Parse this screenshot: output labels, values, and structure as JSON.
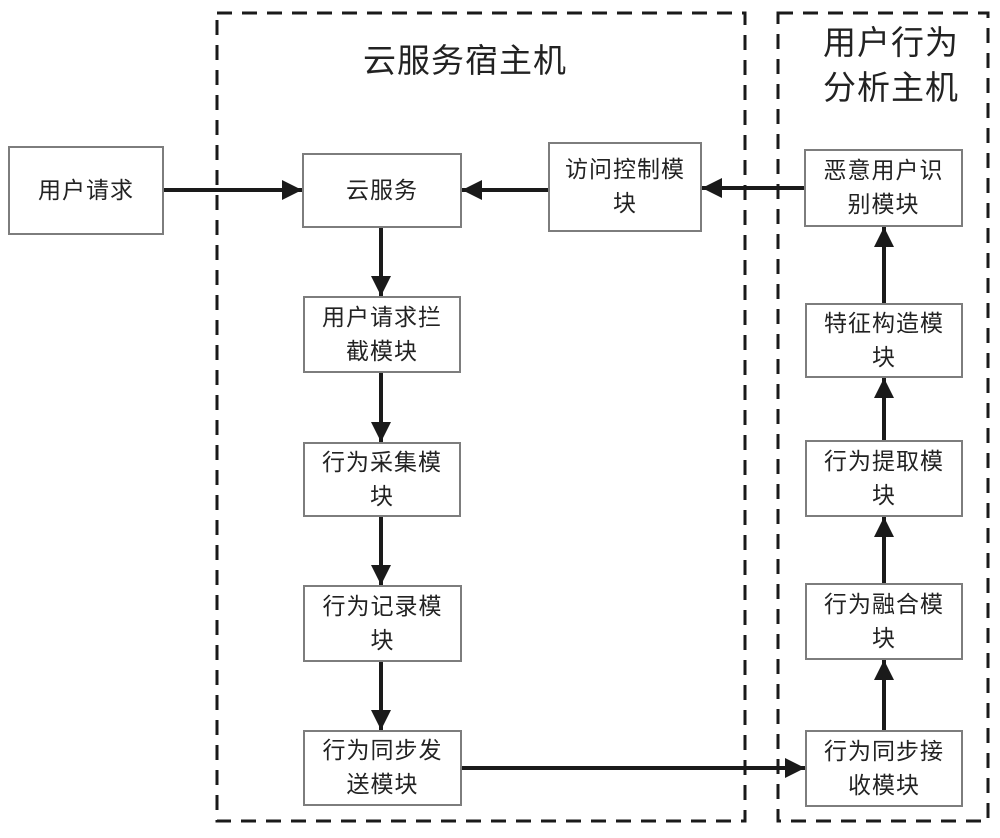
{
  "diagram": {
    "groups": {
      "cloud_host": {
        "title": "云服务宿主机"
      },
      "analysis_host": {
        "title": "用户行为\n分析主机"
      }
    },
    "nodes": {
      "user_request": {
        "label": "用户请求"
      },
      "cloud_service": {
        "label": "云服务"
      },
      "access_control": {
        "label": "访问控制模\n块"
      },
      "malicious_user_id": {
        "label": "恶意用户识\n别模块"
      },
      "request_intercept": {
        "label": "用户请求拦\n截模块"
      },
      "behavior_collect": {
        "label": "行为采集模\n块"
      },
      "behavior_record": {
        "label": "行为记录模\n块"
      },
      "sync_send": {
        "label": "行为同步发\n送模块"
      },
      "sync_receive": {
        "label": "行为同步接\n收模块"
      },
      "behavior_fusion": {
        "label": "行为融合模\n块"
      },
      "behavior_extract": {
        "label": "行为提取模\n块"
      },
      "feature_construct": {
        "label": "特征构造模\n块"
      }
    },
    "colors": {
      "connector": "#1a1a1a",
      "box_border": "#7d7d7d",
      "text": "#222222",
      "background": "#ffffff"
    }
  }
}
